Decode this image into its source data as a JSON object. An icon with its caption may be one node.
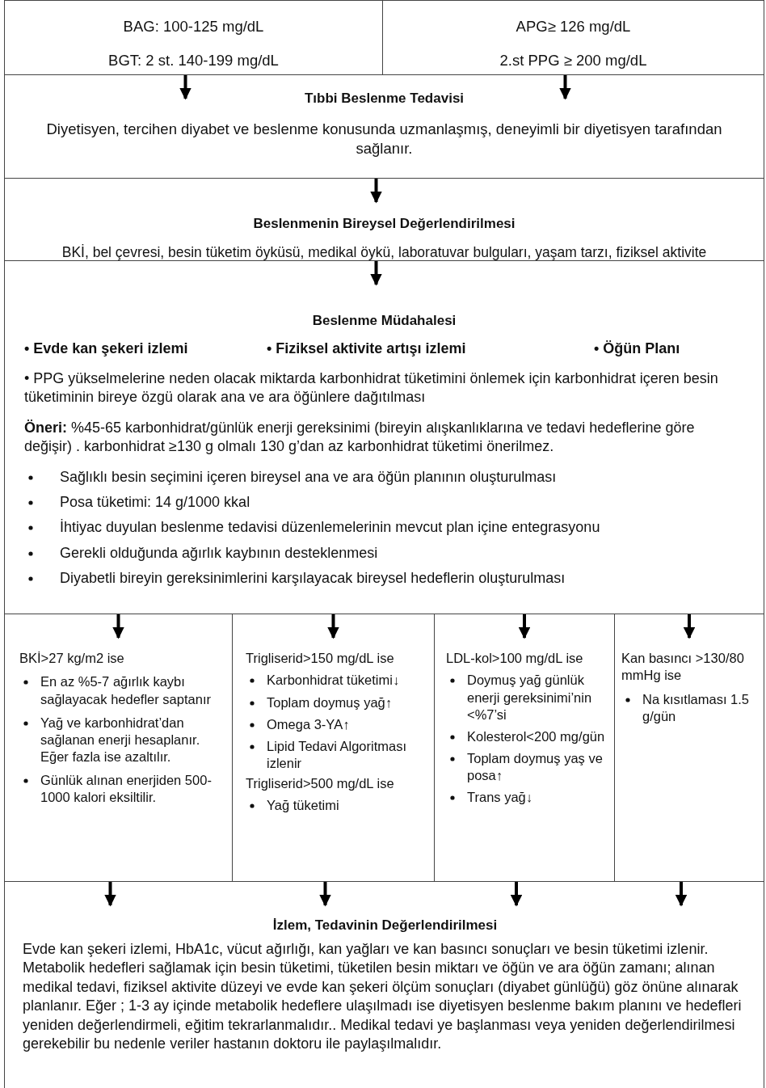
{
  "diagram": {
    "nodes": [
      {
        "text": [
          "BAG: 100-125 mg/dL",
          "BGT: 2 st. 140-199 mg/dL"
        ]
      },
      {
        "text": [
          "APG≥ 126 mg/dL",
          "2.st PPG ≥ 200 mg/dL"
        ]
      },
      {
        "text": [
          "Tıbbi Beslenme Tedavisi",
          "Diyetisyen, tercihen diyabet ve beslenme konusunda uzmanlaşmış, deneyimli bir diyetisyen tarafından sağlanır."
        ]
      },
      {
        "text": [
          "Beslenmenin Bireysel Değerlendirilmesi",
          "BKİ, bel çevresi, besin tüketim öyküsü, medikal öykü, laboratuvar bulguları, yaşam tarzı, fiziksel aktivite"
        ]
      },
      {
        "text": [
          "Beslenme Müdahalesi",
          "• Evde kan şekeri izlemi",
          "• Fiziksel aktivite artışı izlemi",
          "• Öğün Planı",
          "• PPG yükselmelerine neden olacak miktarda karbonhidrat tüketimini önlemek için karbonhidrat içeren besin tüketiminin bireye özgü olarak ana ve ara öğünlere dağıtılması",
          "**Öneri:** %45-65 karbonhidrat/günlük enerji gereksinimi (bireyin alışkanlıklarına ve tedavi hedeflerine göre değişir) . karbonhidrat ≥130 g olmalı 130 g’dan az karbonhidrat tüketimi önerilmez.",
          "Sağlıklı besin seçimini içeren bireysel ana ve ara öğün planının oluşturulması",
          "Posa tüketimi: 14 g/1000 kkal",
          "İhtiyac duyulan beslenme tedavisi düzenlemelerinin mevcut plan içine entegrasyonu",
          "Gerekli olduğunda ağırlık kaybının desteklenmesi",
          "Diyabetli bireyin gereksinimlerini karşılayacak bireysel hedeflerin oluşturulması"
        ]
      },
      {
        "text": [
          "BKİ>27 kg/m2 ise",
          "En az %5-7 ağırlık kaybı sağlayacak hedefler saptanır",
          "Yağ ve karbonhidrat’dan sağlanan enerji hesaplanır. Eğer fazla ise azaltılır.",
          "Günlük alınan enerjiden 500-1000 kalori eksiltilir."
        ]
      },
      {
        "text": [
          "Trigliserid>150 mg/dL ise",
          "Karbonhidrat tüketimi↓",
          "Toplam doymuş yağ↑",
          "Omega 3-YA↑",
          "Lipid Tedavi Algoritması izlenir",
          "Trigliserid>500 mg/dL ise",
          "Yağ tüketimi"
        ]
      },
      {
        "text": [
          "LDL-kol>100 mg/dL ise",
          "Doymuş yağ günlük enerji gereksinimi’nin <%7’si",
          "Kolesterol<200 mg/gün",
          "Toplam doymuş yaş ve posa↑",
          "Trans yağ↓"
        ]
      },
      {
        "text": [
          "Kan basıncı >130/80 mmHg ise",
          "Na kısıtlaması 1.5 g/gün"
        ]
      },
      {
        "text": [
          "İzlem, Tedavinin Değerlendirilmesi",
          "Evde kan şekeri izlemi, HbA1c, vücut ağırlığı, kan yağları ve kan basıncı sonuçları ve besin tüketimi izlenir. Metabolik hedefleri sağlamak için besin tüketimi, tüketilen besin miktarı ve öğün ve ara öğün zamanı; alınan medikal tedavi, fiziksel aktivite düzeyi ve evde kan şekeri ölçüm sonuçları (diyabet günlüğü) göz önüne alınarak planlanır. Eğer ; 1-3 ay içinde metabolik hedeflere ulaşılmadı ise diyetisyen beslenme bakım planını ve hedefleri yeniden değerlendirmeli, eğitim tekrarlanmalıdır.. Medikal tedavi ye başlanması veya yeniden değerlendirilmesi gerekebilir bu nedenle veriler hastanın doktoru ile paylaşılmalıdır."
        ]
      }
    ],
    "edges": [
      {
        "from": 0,
        "to": 2,
        "arrow": "to"
      },
      {
        "from": 1,
        "to": 2,
        "arrow": "to"
      },
      {
        "from": 2,
        "to": 3,
        "arrow": "to"
      },
      {
        "from": 3,
        "to": 4,
        "arrow": "to"
      },
      {
        "from": 4,
        "to": 5,
        "arrow": "to"
      },
      {
        "from": 4,
        "to": 6,
        "arrow": "to"
      },
      {
        "from": 4,
        "to": 7,
        "arrow": "to"
      },
      {
        "from": 4,
        "to": 8,
        "arrow": "to"
      },
      {
        "from": 5,
        "to": 9,
        "arrow": "to"
      },
      {
        "from": 6,
        "to": 9,
        "arrow": "to"
      },
      {
        "from": 7,
        "to": 9,
        "arrow": "to"
      },
      {
        "from": 8,
        "to": 9,
        "arrow": "to"
      }
    ]
  }
}
